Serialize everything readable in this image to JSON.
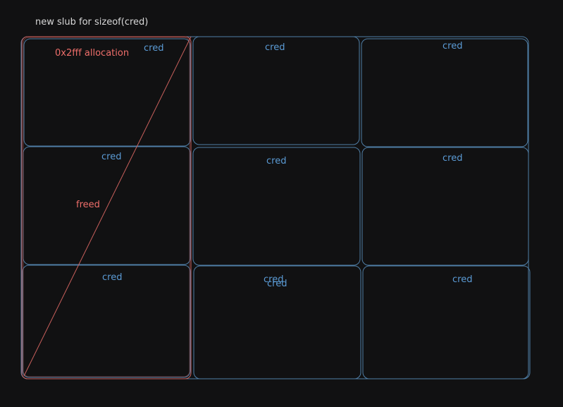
{
  "diagram": {
    "title": "new slub for sizeof(cred)",
    "colors": {
      "background": "#111112",
      "slab_outline": "#4f7ea6",
      "allocation_outline": "#c9605c",
      "cred_label": "#5b9bd5",
      "allocation_label": "#ee6e6a",
      "title_text": "#d8d8d8"
    },
    "allocation": {
      "label": "0x2fff allocation",
      "state_label": "freed"
    },
    "cred_label": "cred",
    "overlap_label": "cred"
  }
}
